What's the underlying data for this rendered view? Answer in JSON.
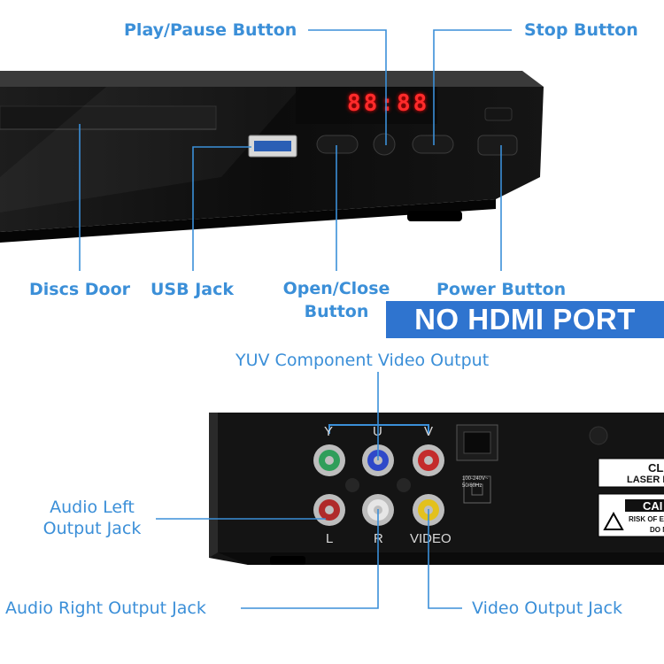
{
  "callouts": {
    "play_pause": "Play/Pause Button",
    "stop": "Stop Button",
    "discs_door": "Discs Door",
    "usb_jack": "USB Jack",
    "open_close_line1": "Open/Close",
    "open_close_line2": "Button",
    "power": "Power Button",
    "yuv": "YUV Component Video Output",
    "audio_left_line1": "Audio Left",
    "audio_left_line2": "Output Jack",
    "audio_right": "Audio Right Output Jack",
    "video_out": "Video Output Jack"
  },
  "banner": "NO HDMI PORT",
  "display": {
    "digits": "88:88"
  },
  "rear_labels": {
    "y": "Y",
    "u": "U",
    "v": "V",
    "l": "L",
    "r": "R",
    "video": "VIDEO",
    "power_spec": "100-240V~ 50/60Hz"
  },
  "stickers": {
    "class_text": "CLA",
    "laser_text": "LASER I",
    "caution_text": "CAI",
    "risk_text": "RISK OF EL",
    "do_text": "DO N"
  },
  "colors": {
    "callout": "#3b8fd8",
    "banner_bg": "#2f74cf",
    "led": "#ff2b2b"
  }
}
